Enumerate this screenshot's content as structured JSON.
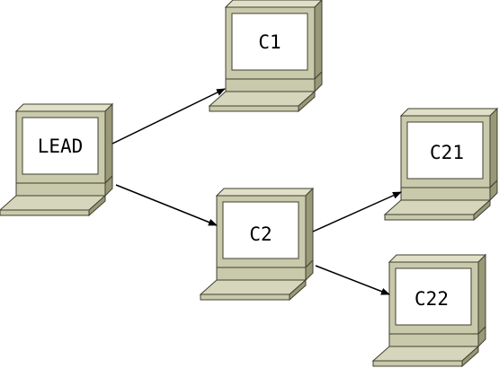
{
  "diagram": {
    "nodes": {
      "lead": {
        "label": "LEAD"
      },
      "c1": {
        "label": "C1"
      },
      "c2": {
        "label": "C2"
      },
      "c21": {
        "label": "C21"
      },
      "c22": {
        "label": "C22"
      }
    },
    "edges": [
      {
        "from": "LEAD",
        "to": "C1"
      },
      {
        "from": "LEAD",
        "to": "C2"
      },
      {
        "from": "C2",
        "to": "C21"
      },
      {
        "from": "C2",
        "to": "C22"
      }
    ],
    "colors": {
      "monitor_face": "#c9c9ac",
      "monitor_side": "#999979",
      "monitor_top": "#e0e0c9",
      "screen": "#ffffff",
      "outline": "#404030",
      "arrow": "#000000"
    }
  }
}
